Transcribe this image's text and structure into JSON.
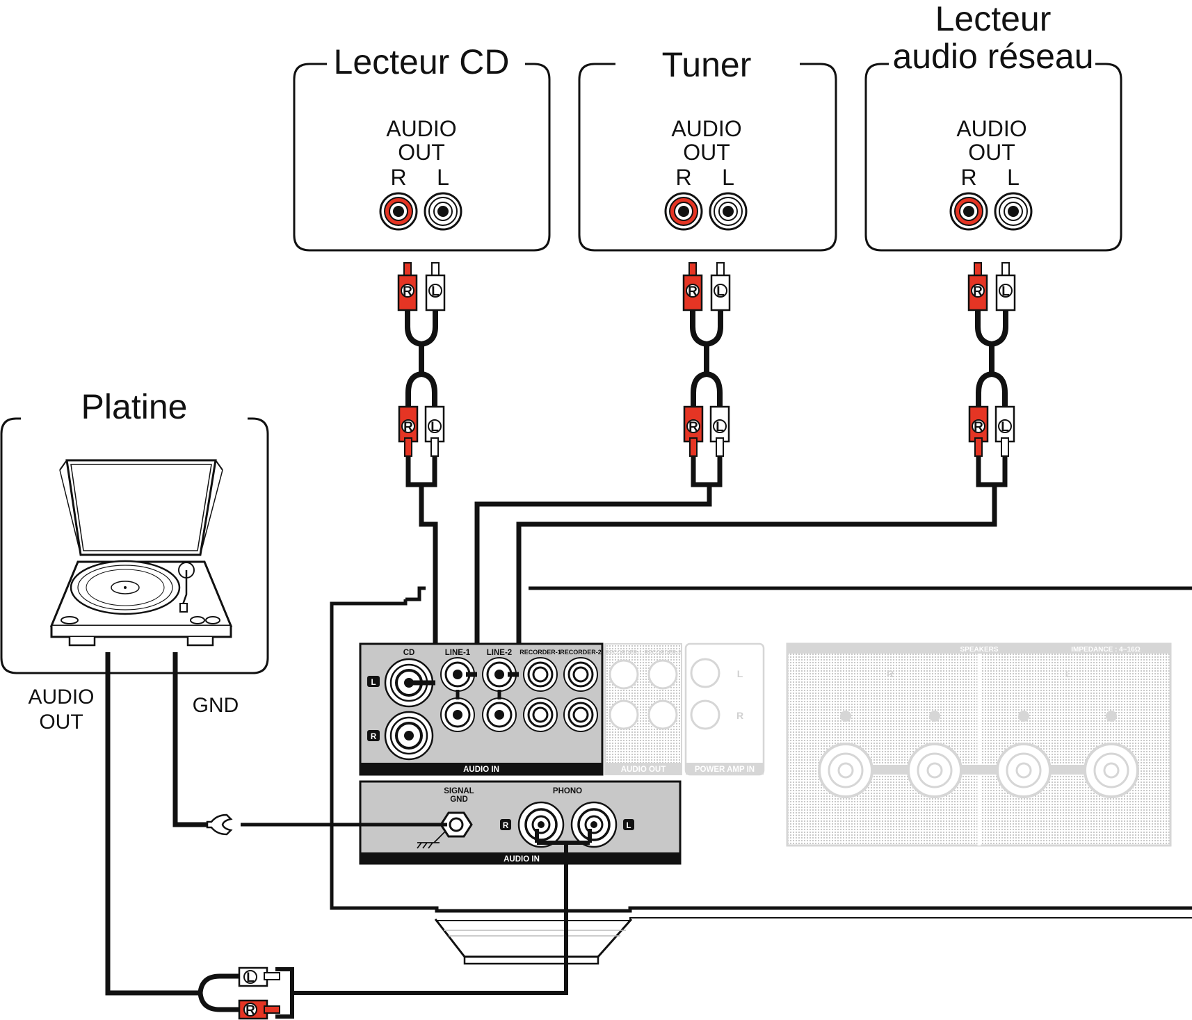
{
  "sources": [
    {
      "id": "cd",
      "title": "Lecteur CD",
      "out_label_1": "AUDIO",
      "out_label_2": "OUT",
      "right": "R",
      "left": "L"
    },
    {
      "id": "tuner",
      "title": "Tuner",
      "out_label_1": "AUDIO",
      "out_label_2": "OUT",
      "right": "R",
      "left": "L"
    },
    {
      "id": "network",
      "title_line_1": "Lecteur",
      "title_line_2": "audio réseau",
      "out_label_1": "AUDIO",
      "out_label_2": "OUT",
      "right": "R",
      "left": "L"
    }
  ],
  "turntable": {
    "title": "Platine",
    "audio_out_1": "AUDIO",
    "audio_out_2": "OUT",
    "gnd": "GND"
  },
  "plug_letters": {
    "right": "R",
    "left": "L"
  },
  "amplifier": {
    "audio_in_panel": {
      "cd": "CD",
      "line1": "LINE-1",
      "line2": "LINE-2",
      "rec1": "RECORDER-1",
      "rec2": "RECORDER-2",
      "left": "L",
      "right": "R",
      "footer": "AUDIO IN"
    },
    "audio_out_panel": {
      "rec1": "RECORDER-1",
      "rec2": "RECORDER-2",
      "footer": "AUDIO OUT"
    },
    "power_amp_panel": {
      "left": "L",
      "right": "R",
      "footer": "POWER AMP IN"
    },
    "phono_panel": {
      "signal_1": "SIGNAL",
      "signal_2": "GND",
      "phono": "PHONO",
      "right": "R",
      "left": "L",
      "footer": "AUDIO IN"
    },
    "speakers_panel": {
      "speakers": "SPEAKERS",
      "impedance": "IMPEDANCE : 4~16Ω",
      "right": "R",
      "left": "L"
    }
  },
  "colors": {
    "red": "#e53524",
    "black": "#111111",
    "panel_grey": "#c8c8c8",
    "faded": "#d6d6d6"
  }
}
